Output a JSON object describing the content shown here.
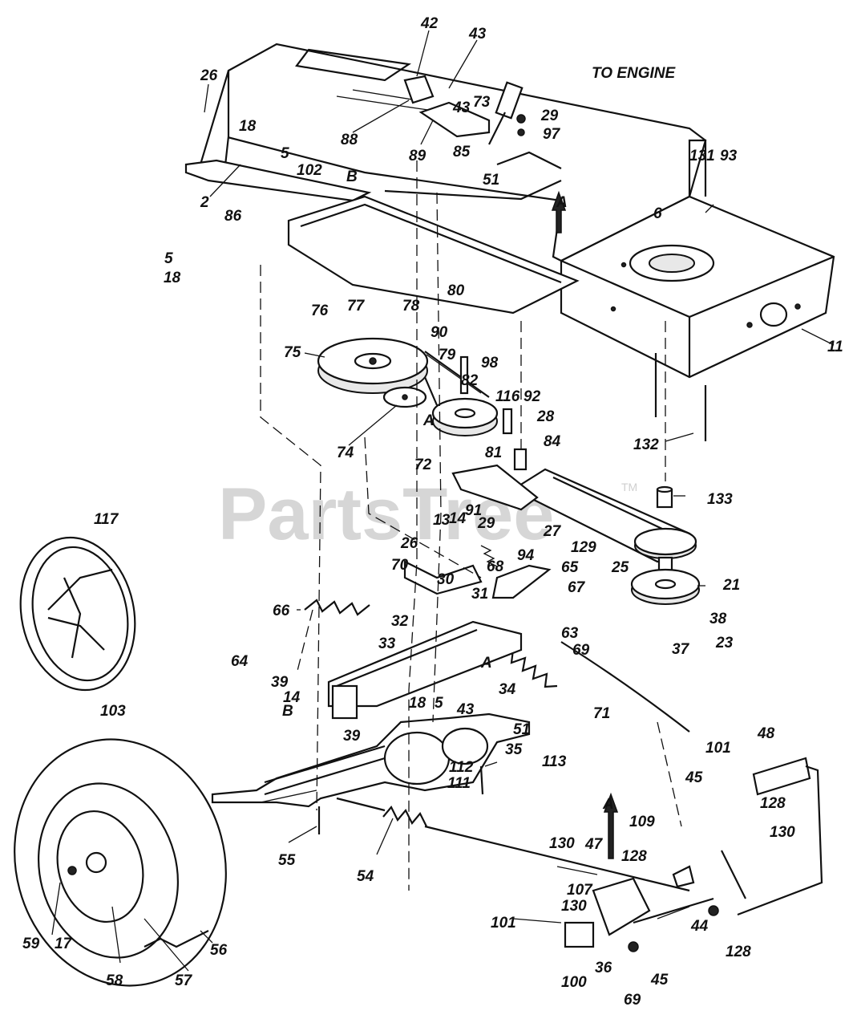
{
  "watermark": {
    "text": "PartsTree",
    "trademark": "TM"
  },
  "notes": {
    "to_engine": "TO ENGINE",
    "ref_a_top": "A",
    "ref_a_bottom": "A",
    "ref_a_belt": "A",
    "ref_a_bracket": "A",
    "ref_b_top": "B",
    "ref_b_bottom": "B"
  },
  "labels": {
    "p42": "42",
    "p43a": "43",
    "p26a": "26",
    "p18a": "18",
    "p5a": "5",
    "p88": "88",
    "p89": "89",
    "p85": "85",
    "p43b": "43",
    "p73": "73",
    "p29a": "29",
    "p97": "97",
    "p51a": "51",
    "p102": "102",
    "p2": "2",
    "p86": "86",
    "p5b": "5",
    "p18b": "18",
    "p131": "131",
    "p93": "93",
    "p6": "6",
    "p11": "11",
    "p80": "80",
    "p76": "76",
    "p77": "77",
    "p78": "78",
    "p90": "90",
    "p75": "75",
    "p79": "79",
    "p98": "98",
    "p82": "82",
    "p116": "116",
    "p92": "92",
    "p74": "74",
    "p28": "28",
    "p84": "84",
    "p132": "132",
    "p72": "72",
    "p81": "81",
    "p133": "133",
    "p91": "91",
    "p13": "13",
    "p14a": "14",
    "p29b": "29",
    "p27": "27",
    "p129": "129",
    "p117": "117",
    "p26b": "26",
    "p94": "94",
    "p65": "65",
    "p25": "25",
    "p70": "70",
    "p30": "30",
    "p68": "68",
    "p21": "21",
    "p67": "67",
    "p66": "66",
    "p31": "31",
    "p32": "32",
    "p38": "38",
    "p63": "63",
    "p23": "23",
    "p37": "37",
    "p33": "33",
    "p69a": "69",
    "p64": "64",
    "p39a": "39",
    "p14b": "14",
    "p34": "34",
    "p103": "103",
    "p18c": "18",
    "p5c": "5",
    "p43c": "43",
    "p71": "71",
    "p39b": "39",
    "p51b": "51",
    "p48": "48",
    "p35": "35",
    "p101a": "101",
    "p113": "113",
    "p112": "112",
    "p111": "111",
    "p45a": "45",
    "p128a": "128",
    "p55": "55",
    "p54": "54",
    "p109": "109",
    "p130a": "130",
    "p130b": "130",
    "p47": "47",
    "p128b": "128",
    "p107": "107",
    "p130c": "130",
    "p101b": "101",
    "p44": "44",
    "p128c": "128",
    "p59": "59",
    "p17": "17",
    "p58": "58",
    "p57": "57",
    "p56": "56",
    "p100": "100",
    "p36": "36",
    "p69b": "69",
    "p45b": "45"
  }
}
